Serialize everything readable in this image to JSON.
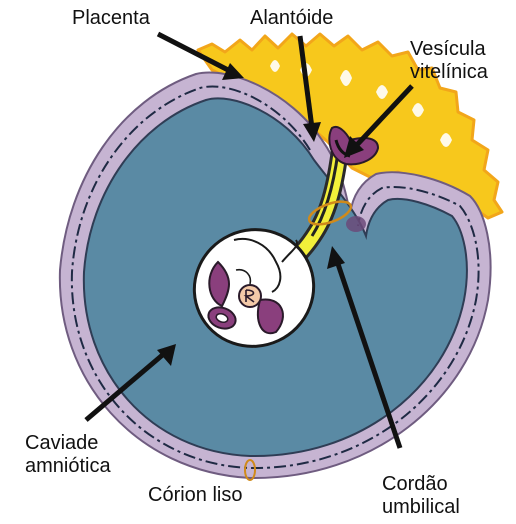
{
  "labels": {
    "placenta": "Placenta",
    "alantoide": "Alantóide",
    "vesicula_line1": "Vesícula",
    "vesicula_line2": "vitelínica",
    "caviade_line1": "Caviade",
    "caviade_line2": "amniótica",
    "corion": "Córion liso",
    "cordao_line1": "Cordão",
    "cordao_line2": "umbilical"
  },
  "colors": {
    "amniotic_fluid": "#5a8aa4",
    "membrane": "#c6b4d2",
    "placenta": "#f7c81c",
    "placenta_edge": "#f2a61a",
    "cord": "#f2ef3a",
    "embryo_purple": "#8a3f7d",
    "arrow": "#111111"
  }
}
